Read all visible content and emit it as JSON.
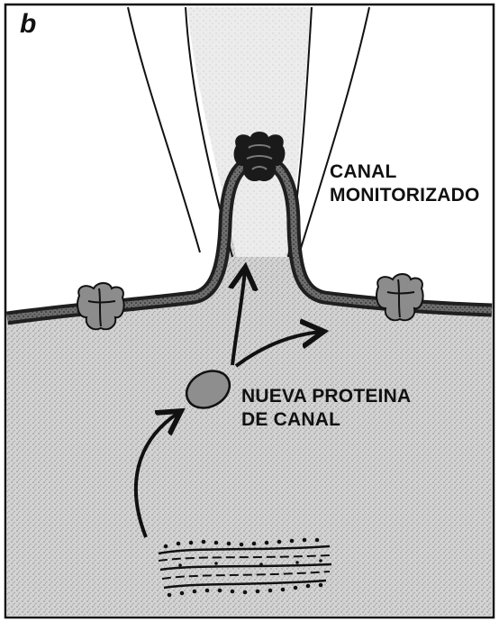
{
  "figure": {
    "panel_letter": "b",
    "labels": {
      "monitored_channel": [
        "CANAL",
        "MONITORIZADO"
      ],
      "new_channel_protein": [
        "NUEVA PROTEINA",
        "DE CANAL"
      ]
    },
    "colors": {
      "ink": "#111111",
      "paper": "#ffffff",
      "cytoplasm_stipple": "#c9c9c9",
      "membrane": "#2b2b2b",
      "protein_vesicle": "#8e8e8e"
    }
  }
}
